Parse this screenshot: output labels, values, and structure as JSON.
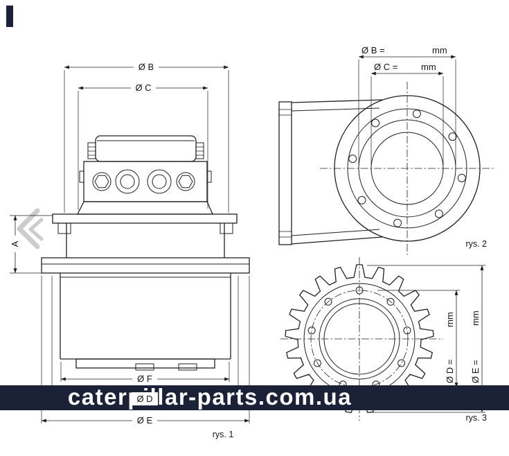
{
  "watermark": {
    "text": "caterpillar-parts.com.ua"
  },
  "figure1": {
    "caption": "rys. 1",
    "dim_b": "Ø B",
    "dim_c": "Ø C",
    "dim_f": "Ø F",
    "dim_d": "Ø D",
    "dim_e": "Ø E",
    "dim_a": "A"
  },
  "figure2": {
    "caption": "rys. 2",
    "dim_b_label": "Ø B =",
    "dim_b_unit": "mm",
    "dim_c_label": "Ø C =",
    "dim_c_unit": "mm"
  },
  "figure3": {
    "caption": "rys. 3",
    "dim_d_label": "Ø D =",
    "dim_d_unit": "mm",
    "dim_e_label": "Ø E =",
    "dim_e_unit": "mm"
  },
  "colors": {
    "line": "#1f1f1f",
    "band": "#1b2136",
    "band_text": "#ffffff",
    "chevron": "#cccccc"
  }
}
